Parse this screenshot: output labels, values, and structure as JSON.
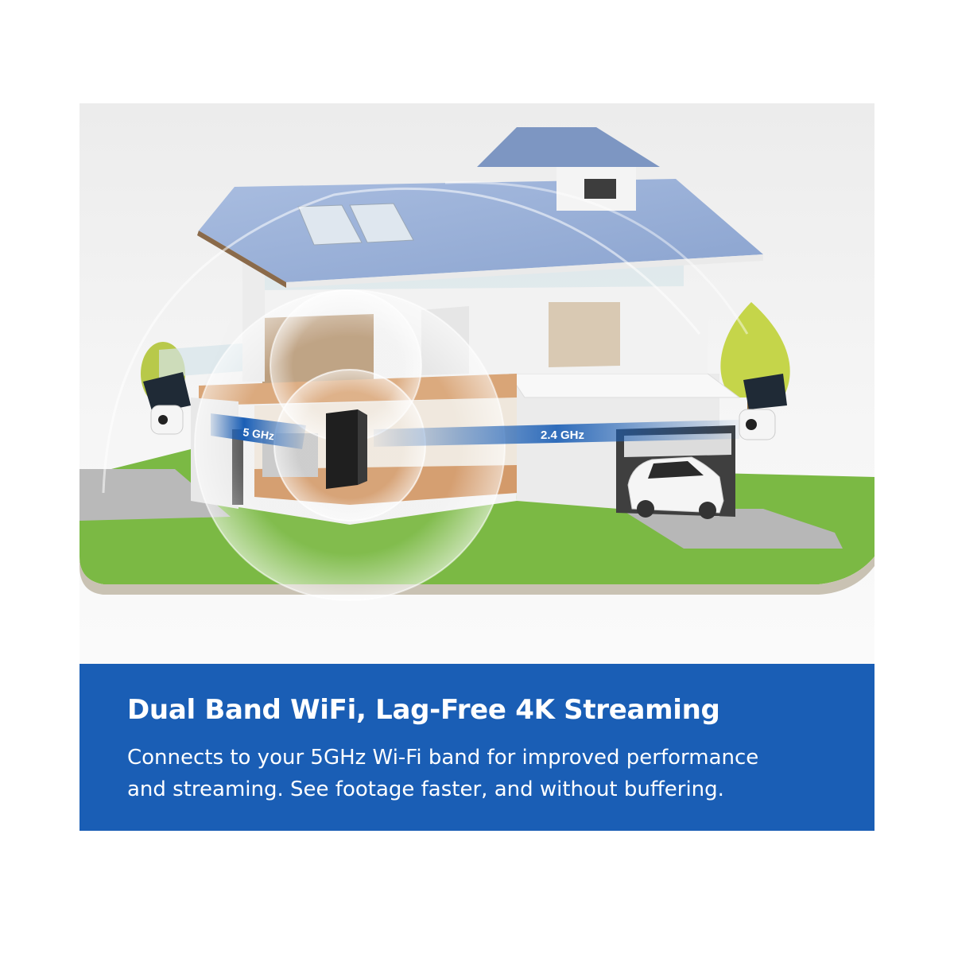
{
  "illustration": {
    "band_5ghz_label": "5 GHz",
    "band_24ghz_label": "2.4 GHz",
    "colors": {
      "roof": "#9ab0d6",
      "lawn": "#7bb944",
      "signal_band": "#1a5eb5",
      "walls": "#f2f2f2"
    }
  },
  "caption": {
    "title": "Dual Band WiFi, Lag-Free 4K Streaming",
    "line1": "Connects to your 5GHz Wi-Fi band for improved performance",
    "line2": "and streaming. See footage faster, and without buffering."
  }
}
